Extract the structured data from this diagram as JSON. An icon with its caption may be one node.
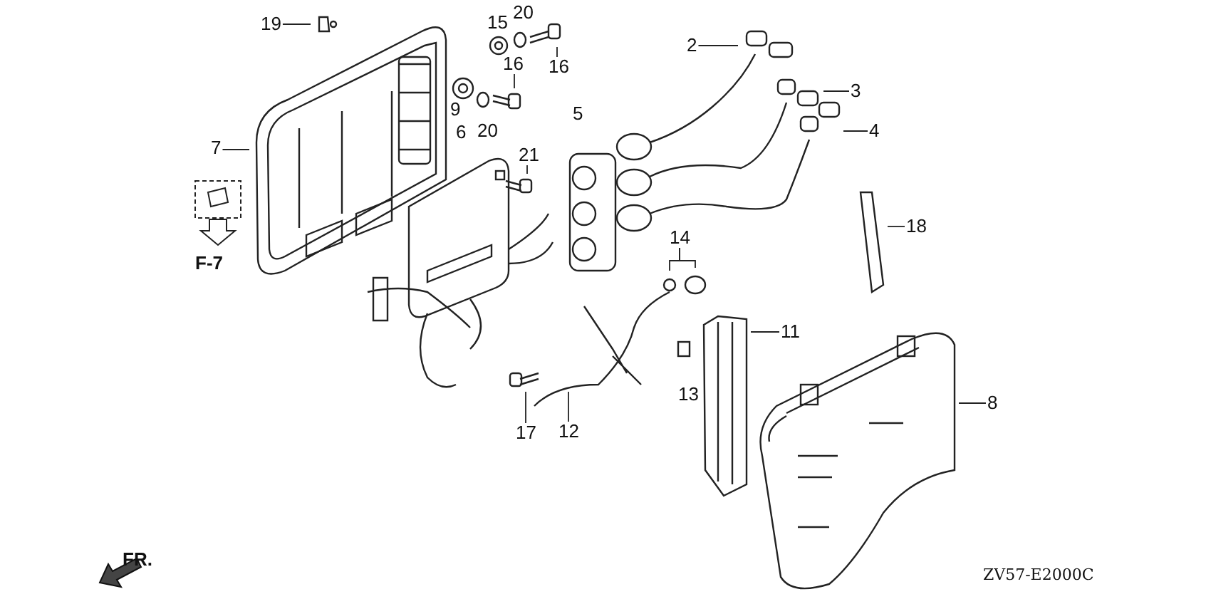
{
  "diagram": {
    "nodes": [
      {
        "text": [
          "19"
        ]
      },
      {
        "text": [
          "16"
        ]
      },
      {
        "text": [
          "16"
        ]
      },
      {
        "text": [
          "2"
        ]
      },
      {
        "text": [
          "3"
        ]
      },
      {
        "text": [
          "4"
        ]
      },
      {
        "text": [
          "7"
        ]
      },
      {
        "text": [
          "21"
        ]
      },
      {
        "text": [
          "18"
        ]
      },
      {
        "text": [
          "14"
        ]
      },
      {
        "text": [
          "11"
        ]
      },
      {
        "text": [
          "8"
        ]
      },
      {
        "text": [
          "17"
        ]
      },
      {
        "text": [
          "12"
        ]
      }
    ],
    "edges": [
      {
        "from": 0,
        "to": null,
        "arrow": "none"
      },
      {
        "from": 1,
        "to": null,
        "arrow": "none"
      },
      {
        "from": 2,
        "to": null,
        "arrow": "none"
      },
      {
        "from": 3,
        "to": null,
        "arrow": "none"
      },
      {
        "from": 4,
        "to": null,
        "arrow": "none"
      },
      {
        "from": 5,
        "to": null,
        "arrow": "none"
      },
      {
        "from": 6,
        "to": null,
        "arrow": "none"
      },
      {
        "from": 7,
        "to": null,
        "arrow": "none"
      },
      {
        "from": 8,
        "to": null,
        "arrow": "none"
      },
      {
        "from": 9,
        "to": null,
        "arrow": "none"
      },
      {
        "from": 9,
        "to": null,
        "arrow": "none"
      },
      {
        "from": 10,
        "to": null,
        "arrow": "none"
      },
      {
        "from": 11,
        "to": null,
        "arrow": "none"
      },
      {
        "from": 12,
        "to": null,
        "arrow": "none"
      },
      {
        "from": 13,
        "to": null,
        "arrow": "none"
      }
    ],
    "labels": [
      "15",
      "20",
      "9",
      "20",
      "5",
      "6",
      "F-7",
      "13",
      "FR.",
      "ZV57-E2000C"
    ]
  }
}
